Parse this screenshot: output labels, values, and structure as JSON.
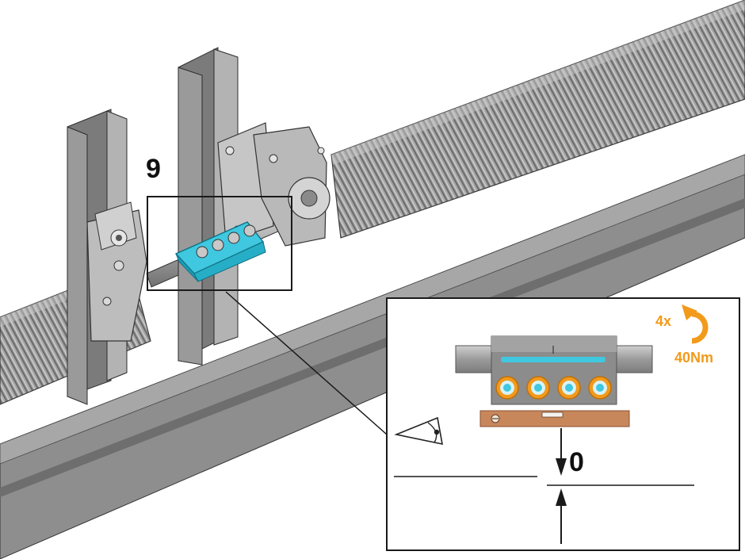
{
  "step": {
    "number": "9"
  },
  "torque": {
    "count": "4x",
    "value": "40Nm"
  },
  "alignment": {
    "gap": "0"
  },
  "colors": {
    "background": "#ffffff",
    "spring": "#a3a3a3",
    "spring_dark": "#6c6c6c",
    "steel": "#8f8f8f",
    "steel_dark": "#5e5e5e",
    "steel_light": "#c4c4c4",
    "coupler": "#3fc8e0",
    "coupler_dark": "#1b9fb9",
    "orange": "#f29a1b",
    "bronze": "#c7875b",
    "line": "#1a1a1a"
  }
}
